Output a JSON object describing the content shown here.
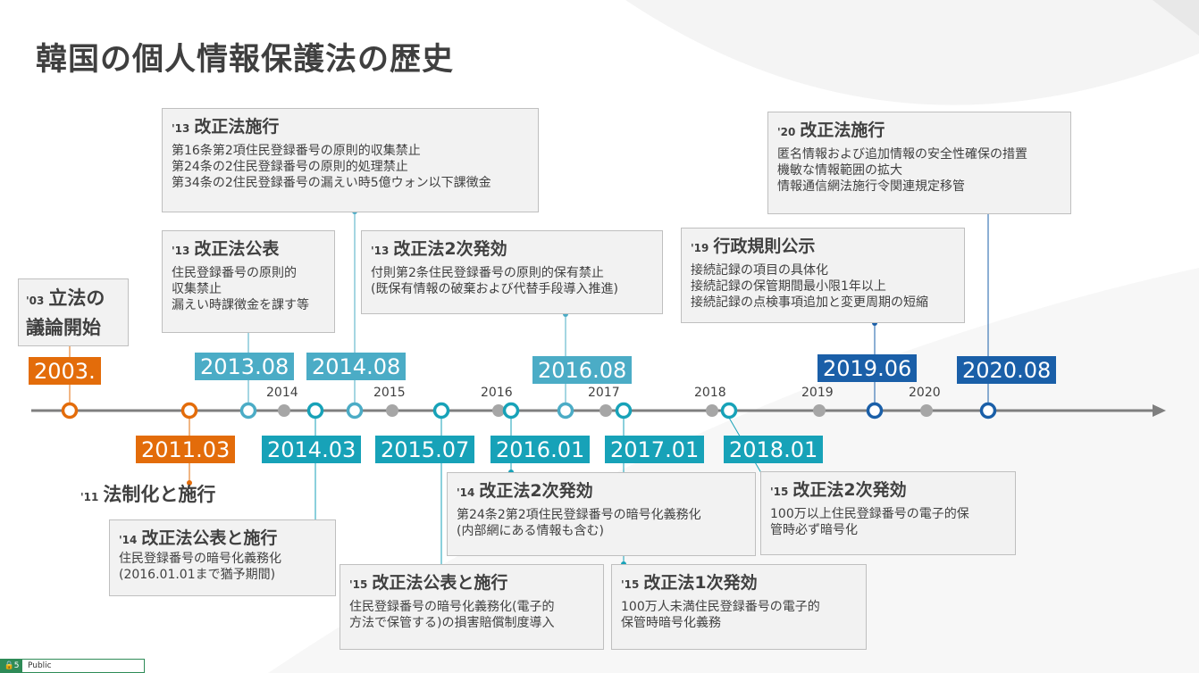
{
  "title": "韓国の個人情報保護法の歴史",
  "colors": {
    "orange": "#e36c0a",
    "light_blue": "#4bacc6",
    "teal": "#17a2b8",
    "dark_blue": "#1a5fa8",
    "gray": "#a6a6a6",
    "axis": "#7f7f7f"
  },
  "years": [
    {
      "label": "2014"
    },
    {
      "label": "2015"
    },
    {
      "label": "2016"
    },
    {
      "label": "2017"
    },
    {
      "label": "2018"
    },
    {
      "label": "2019"
    },
    {
      "label": "2020"
    }
  ],
  "date_labels": [
    {
      "text": "2003."
    },
    {
      "text": "2011.03"
    },
    {
      "text": "2013.08"
    },
    {
      "text": "2014.08"
    },
    {
      "text": "2014.03"
    },
    {
      "text": "2015.07"
    },
    {
      "text": "2016.08"
    },
    {
      "text": "2016.01"
    },
    {
      "text": "2017.01"
    },
    {
      "text": "2018.01"
    },
    {
      "text": "2019.06"
    },
    {
      "text": "2020.08"
    }
  ],
  "events": [
    {
      "year": "'03",
      "title": "立法の\n議論開始"
    },
    {
      "year": "'11",
      "title": "法制化と施行"
    },
    {
      "year": "'13",
      "title": "改正法施行",
      "body": "第16条第2項住民登録番号の原則的収集禁止\n第24条の2住民登録番号の原則的処理禁止\n第34条の2住民登録番号の漏えい時5億ウォン以下課徴金"
    },
    {
      "year": "'13",
      "title": "改正法公表",
      "body": "住民登録番号の原則的\n収集禁止\n漏えい時課徴金を課す等"
    },
    {
      "year": "'13",
      "title": "改正法2次発効",
      "body": "付則第2条住民登録番号の原則的保有禁止\n(既保有情報の破棄および代替手段導入推進)"
    },
    {
      "year": "'19",
      "title": "行政規則公示",
      "body": "接続記録の項目の具体化\n接続記録の保管期間最小限1年以上\n接続記録の点検事項追加と変更周期の短縮"
    },
    {
      "year": "'20",
      "title": "改正法施行",
      "body": "匿名情報および追加情報の安全性確保の措置\n機敏な情報範囲の拡大\n情報通信網法施行令関連規定移管"
    },
    {
      "year": "'14",
      "title": "改正法公表と施行",
      "body": "住民登録番号の暗号化義務化\n(2016.01.01まで猶予期間)"
    },
    {
      "year": "'15",
      "title": "改正法公表と施行",
      "body": "住民登録番号の暗号化義務化(電子的\n方法で保管する)の損害賠償制度導入"
    },
    {
      "year": "'14",
      "title": "改正法2次発効",
      "body": "第24条2第2項住民登録番号の暗号化義務化\n(内部網にある情報も含む)"
    },
    {
      "year": "'15",
      "title": "改正法1次発効",
      "body": "100万人未満住民登録番号の電子的\n保管時暗号化義務"
    },
    {
      "year": "'15",
      "title": "改正法2次発効",
      "body": "100万以上住民登録番号の電子的保\n管時必ず暗号化"
    }
  ],
  "footer": {
    "lock_label": "5",
    "classification": "Public"
  }
}
